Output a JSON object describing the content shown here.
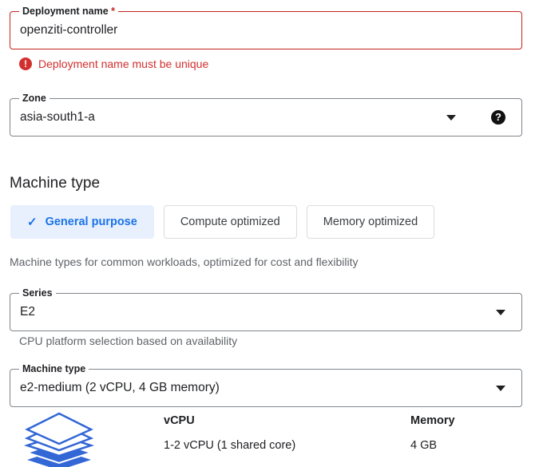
{
  "deployment_name": {
    "label": "Deployment name",
    "required_marker": "*",
    "value": "openziti-controller",
    "error": {
      "icon": "error-exclamation-icon",
      "message": "Deployment name must be unique"
    }
  },
  "zone": {
    "label": "Zone",
    "value": "asia-south1-a",
    "dropdown_icon": "chevron-down-icon",
    "help_icon": "help-question-icon",
    "help_glyph": "?"
  },
  "machine_type_section": {
    "title": "Machine type",
    "tabs": [
      {
        "label": "General purpose",
        "selected": true,
        "check_glyph": "✓"
      },
      {
        "label": "Compute optimized",
        "selected": false
      },
      {
        "label": "Memory optimized",
        "selected": false
      }
    ],
    "tabs_helper": "Machine types for common workloads, optimized for cost and flexibility",
    "series": {
      "label": "Series",
      "value": "E2",
      "dropdown_icon": "chevron-down-icon",
      "helper": "CPU platform selection based on availability"
    },
    "machine_type": {
      "label": "Machine type",
      "value": "e2-medium (2 vCPU, 4 GB memory)",
      "dropdown_icon": "chevron-down-icon"
    },
    "specs": {
      "icon": "stacked-layers-icon",
      "vcpu": {
        "header": "vCPU",
        "value": "1-2 vCPU (1 shared core)"
      },
      "memory": {
        "header": "Memory",
        "value": "4 GB"
      }
    }
  },
  "colors": {
    "error_red": "#d32f2f",
    "error_border": "#c5221f",
    "accent_blue": "#1a73e8",
    "accent_blue_bg": "#e8f0fe",
    "icon_blue": "#3367d6",
    "border_gray": "#80868b",
    "text_primary": "#202124",
    "text_secondary": "#5f6368"
  }
}
